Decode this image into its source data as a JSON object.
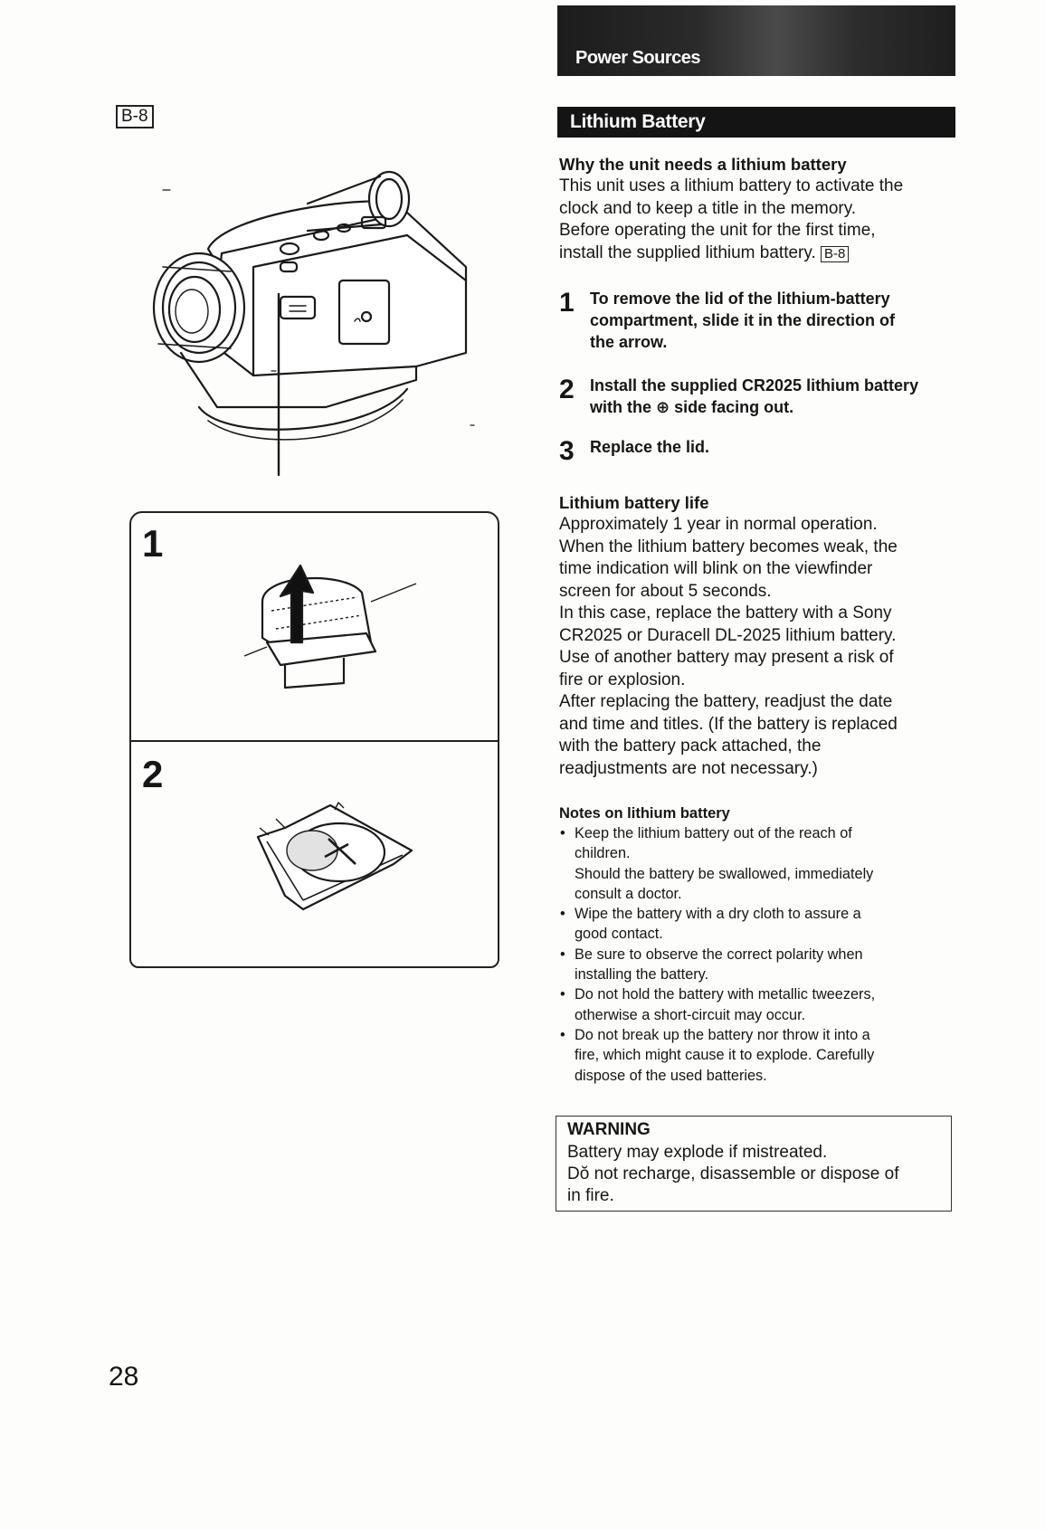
{
  "header": {
    "section_title": "Power Sources",
    "sub_title": "Lithium Battery"
  },
  "figure": {
    "ref_label": "B-8",
    "step1_label": "1",
    "step2_label": "2"
  },
  "intro": {
    "heading": "Why the unit needs a lithium battery",
    "lines": [
      "This unit uses a lithium battery to activate the",
      "clock and to keep a title in the memory.",
      "Before operating the unit for the first time,",
      "install the supplied lithium battery."
    ],
    "ref_label": "B-8"
  },
  "steps": [
    {
      "num": "1",
      "lines": [
        "To remove the lid of the lithium-battery",
        "compartment, slide it in the direction of",
        "the arrow."
      ]
    },
    {
      "num": "2",
      "lines": [
        "Install the supplied CR2025 lithium battery",
        "with the ⊕ side facing out."
      ]
    },
    {
      "num": "3",
      "lines": [
        "Replace the lid."
      ]
    }
  ],
  "life": {
    "heading": "Lithium battery life",
    "lines": [
      "Approximately 1 year in normal operation.",
      "When the lithium battery becomes weak, the",
      "time indication will blink on the viewfinder",
      "screen for about 5 seconds.",
      "In this case, replace the battery with a Sony",
      "CR2025 or Duracell DL-2025 lithium battery.",
      "Use of another battery may present a risk of",
      "fire or explosion.",
      "After replacing the battery, readjust the date",
      "and time and titles. (If the battery is replaced",
      "with the battery pack attached, the",
      "readjustments are not necessary.)"
    ]
  },
  "notes": {
    "heading": "Notes on lithium battery",
    "items": [
      [
        "Keep the lithium battery out of the reach of",
        "children.",
        "Should the battery be swallowed, immediately",
        "consult a doctor."
      ],
      [
        "Wipe the battery with a dry cloth to assure a",
        "good contact."
      ],
      [
        "Be sure to observe the correct polarity when",
        "installing the battery."
      ],
      [
        "Do not hold the battery with metallic tweezers,",
        "otherwise a short-circuit may occur."
      ],
      [
        "Do not break up the battery nor throw it into a",
        "fire, which might cause it to explode. Carefully",
        "dispose of the used batteries."
      ]
    ]
  },
  "warning": {
    "title": "WARNING",
    "lines": [
      "Battery may explode if mistreated.",
      "Dŏ not recharge, disassemble or dispose of",
      "in fire."
    ]
  },
  "page_number": "28"
}
